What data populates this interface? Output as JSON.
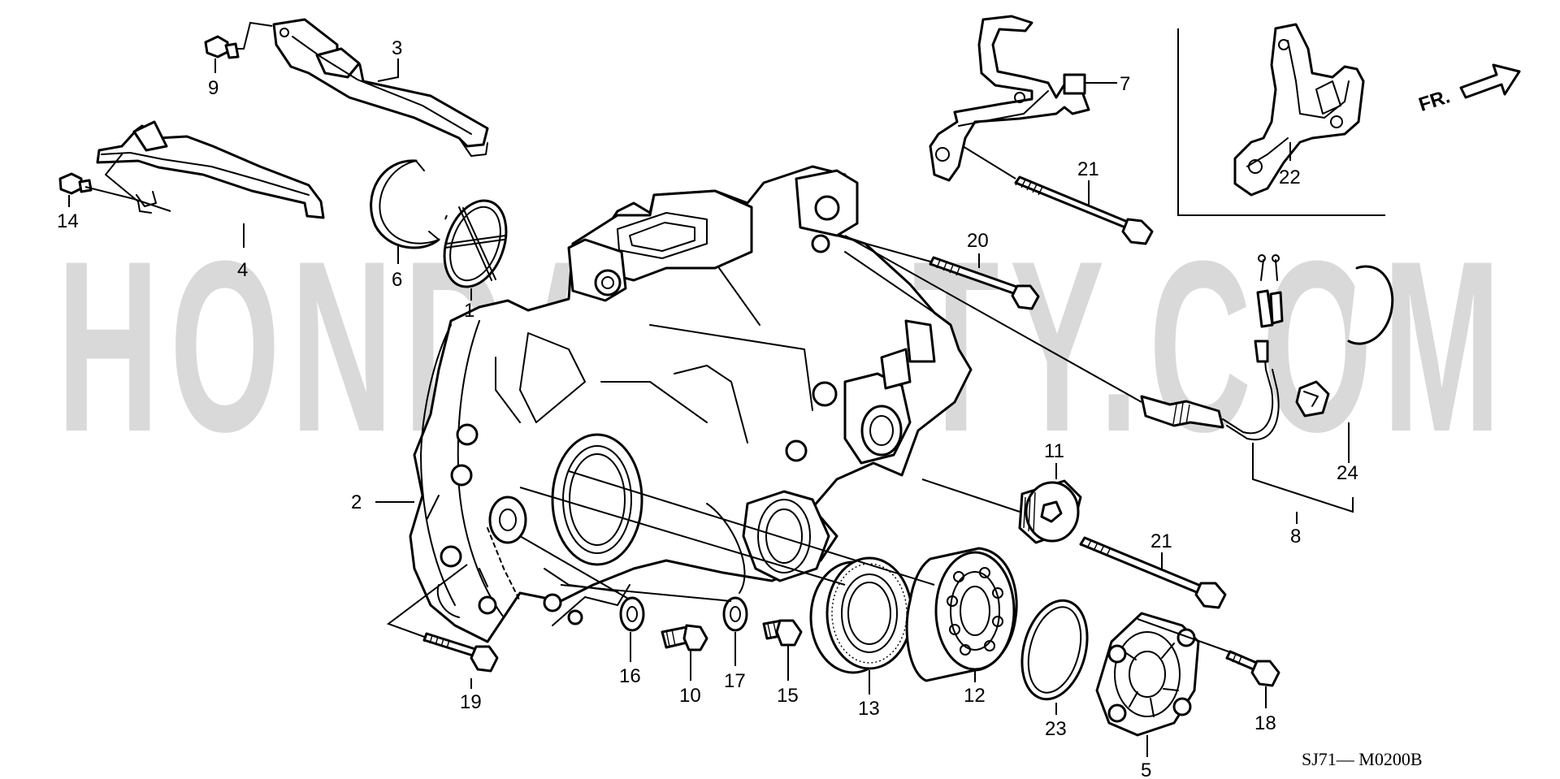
{
  "watermark": "HONDA-ACTY.COM",
  "direction_indicator": {
    "text": "FR."
  },
  "diagram_code": "SJ71— M0200B",
  "callouts": [
    {
      "id": "c1",
      "label": "1"
    },
    {
      "id": "c2",
      "label": "2"
    },
    {
      "id": "c3",
      "label": "3"
    },
    {
      "id": "c4",
      "label": "4"
    },
    {
      "id": "c5",
      "label": "5"
    },
    {
      "id": "c6",
      "label": "6"
    },
    {
      "id": "c7",
      "label": "7"
    },
    {
      "id": "c8",
      "label": "8"
    },
    {
      "id": "c9",
      "label": "9"
    },
    {
      "id": "c10",
      "label": "10"
    },
    {
      "id": "c11",
      "label": "11"
    },
    {
      "id": "c12",
      "label": "12"
    },
    {
      "id": "c13",
      "label": "13"
    },
    {
      "id": "c14",
      "label": "14"
    },
    {
      "id": "c15",
      "label": "15"
    },
    {
      "id": "c16",
      "label": "16"
    },
    {
      "id": "c17",
      "label": "17"
    },
    {
      "id": "c18",
      "label": "18"
    },
    {
      "id": "c19",
      "label": "19"
    },
    {
      "id": "c20",
      "label": "20"
    },
    {
      "id": "c21a",
      "label": "21"
    },
    {
      "id": "c21b",
      "label": "21"
    },
    {
      "id": "c22",
      "label": "22"
    },
    {
      "id": "c23",
      "label": "23"
    },
    {
      "id": "c24",
      "label": "24"
    }
  ]
}
